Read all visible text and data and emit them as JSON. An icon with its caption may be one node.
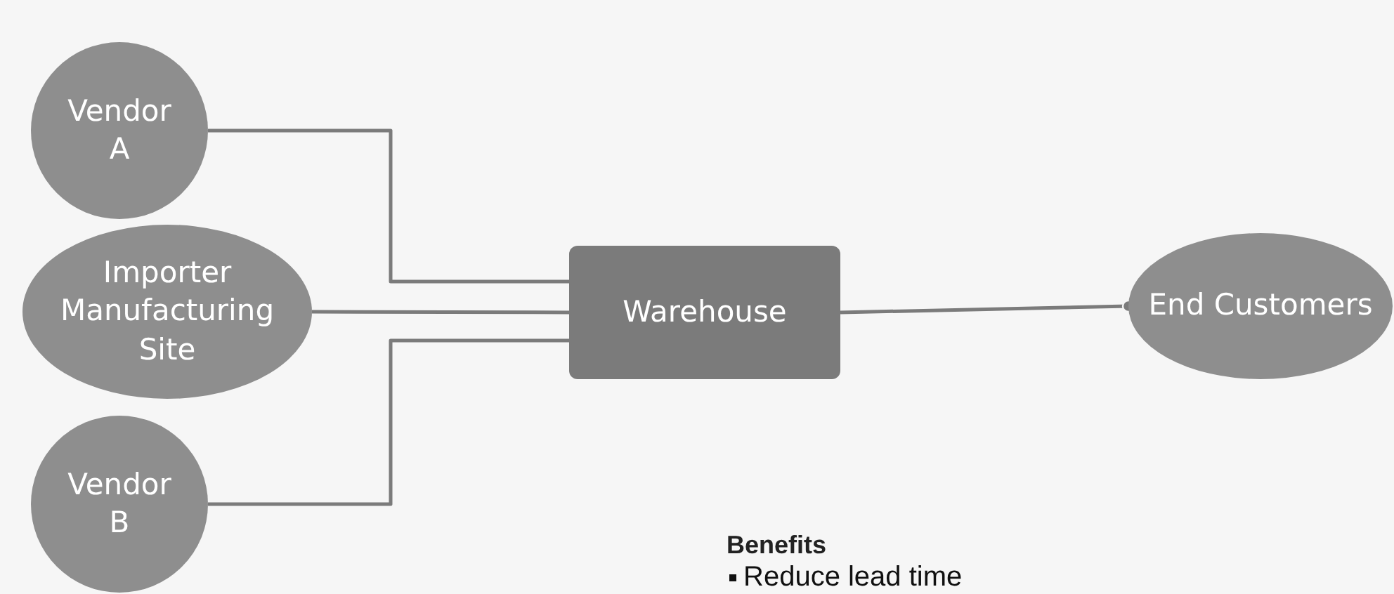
{
  "diagram": {
    "nodes": [
      {
        "text": [
          "Vendor A"
        ]
      },
      {
        "text": [
          "Importer Manufacturing Site"
        ]
      },
      {
        "text": [
          "Vendor B"
        ]
      },
      {
        "text": [
          "Warehouse"
        ]
      },
      {
        "text": [
          "End Customers"
        ]
      }
    ],
    "edges": [
      {
        "from": 0,
        "to": 3,
        "arrow": "none"
      },
      {
        "from": 1,
        "to": 3,
        "arrow": "none"
      },
      {
        "from": 2,
        "to": 3,
        "arrow": "none"
      },
      {
        "from": 3,
        "to": 4,
        "arrow": "other"
      }
    ],
    "labels": [
      "Benefits",
      "Reduce lead time"
    ]
  }
}
